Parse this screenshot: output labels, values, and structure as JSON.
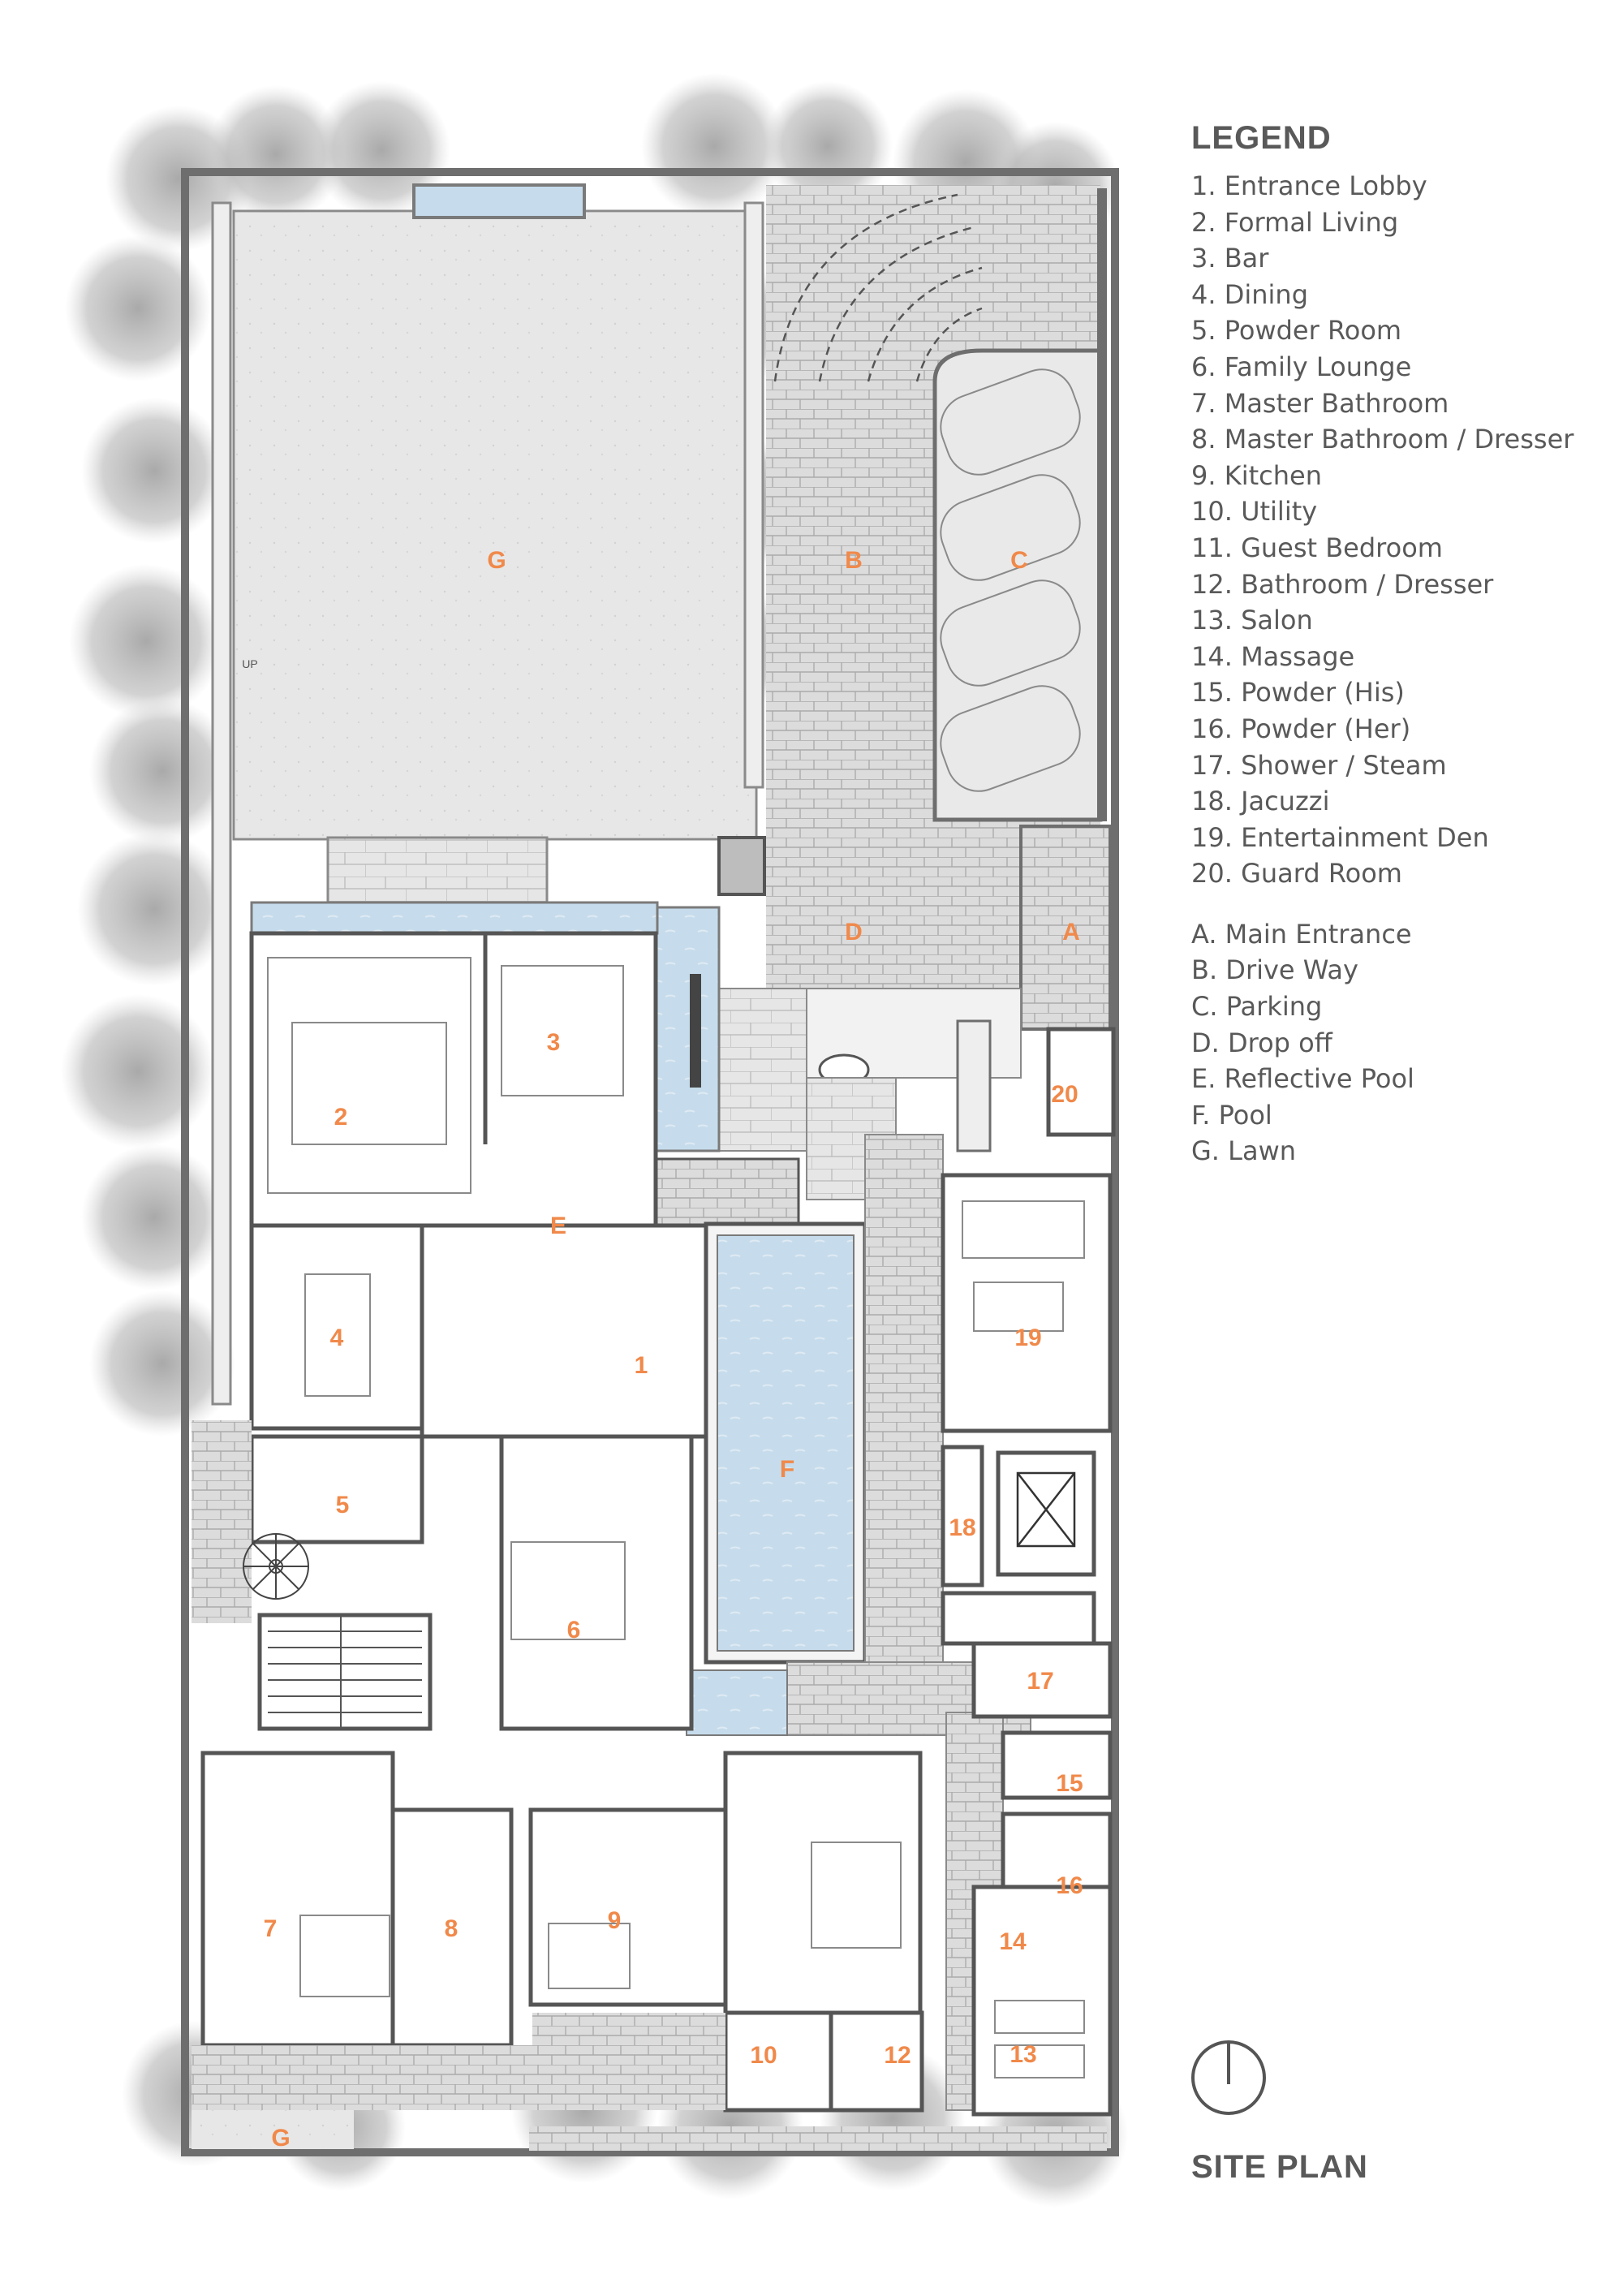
{
  "legend": {
    "title": "LEGEND",
    "rooms": [
      "1. Entrance Lobby",
      "2. Formal Living",
      "3. Bar",
      "4. Dining",
      "5. Powder Room",
      "6. Family Lounge",
      "7. Master Bathroom",
      "8. Master Bathroom / Dresser",
      "9. Kitchen",
      "10. Utility",
      "11. Guest Bedroom",
      "12. Bathroom / Dresser",
      "13. Salon",
      "14. Massage",
      "15. Powder (His)",
      "16. Powder (Her)",
      "17. Shower / Steam",
      "18. Jacuzzi",
      "19. Entertainment Den",
      "20. Guard Room"
    ],
    "areas": [
      "A. Main Entrance",
      "B. Drive Way",
      "C. Parking",
      "D. Drop off",
      "E. Reflective Pool",
      "F. Pool",
      "G. Lawn"
    ]
  },
  "title": "SITE PLAN",
  "plan_labels": {
    "lawn_top": "G",
    "lawn_bottom": "G",
    "driveway": "B",
    "parking": "C",
    "dropoff": "D",
    "entrance": "A",
    "reflective_pool": "E",
    "pool": "F",
    "r1": "1",
    "r2": "2",
    "r3": "3",
    "r4": "4",
    "r5": "5",
    "r6": "6",
    "r7": "7",
    "r8": "8",
    "r9": "9",
    "r10": "10",
    "r12": "12",
    "r13": "13",
    "r14": "14",
    "r15": "15",
    "r16": "16",
    "r17": "17",
    "r18": "18",
    "r19": "19",
    "r20": "20",
    "up": "UP"
  },
  "colors": {
    "label": "#f0894a",
    "water": "#c5dcec",
    "lawn": "#e8e8e8",
    "paving": "#d9d9d9",
    "wall": "#6e6e6e",
    "text": "#595959"
  }
}
